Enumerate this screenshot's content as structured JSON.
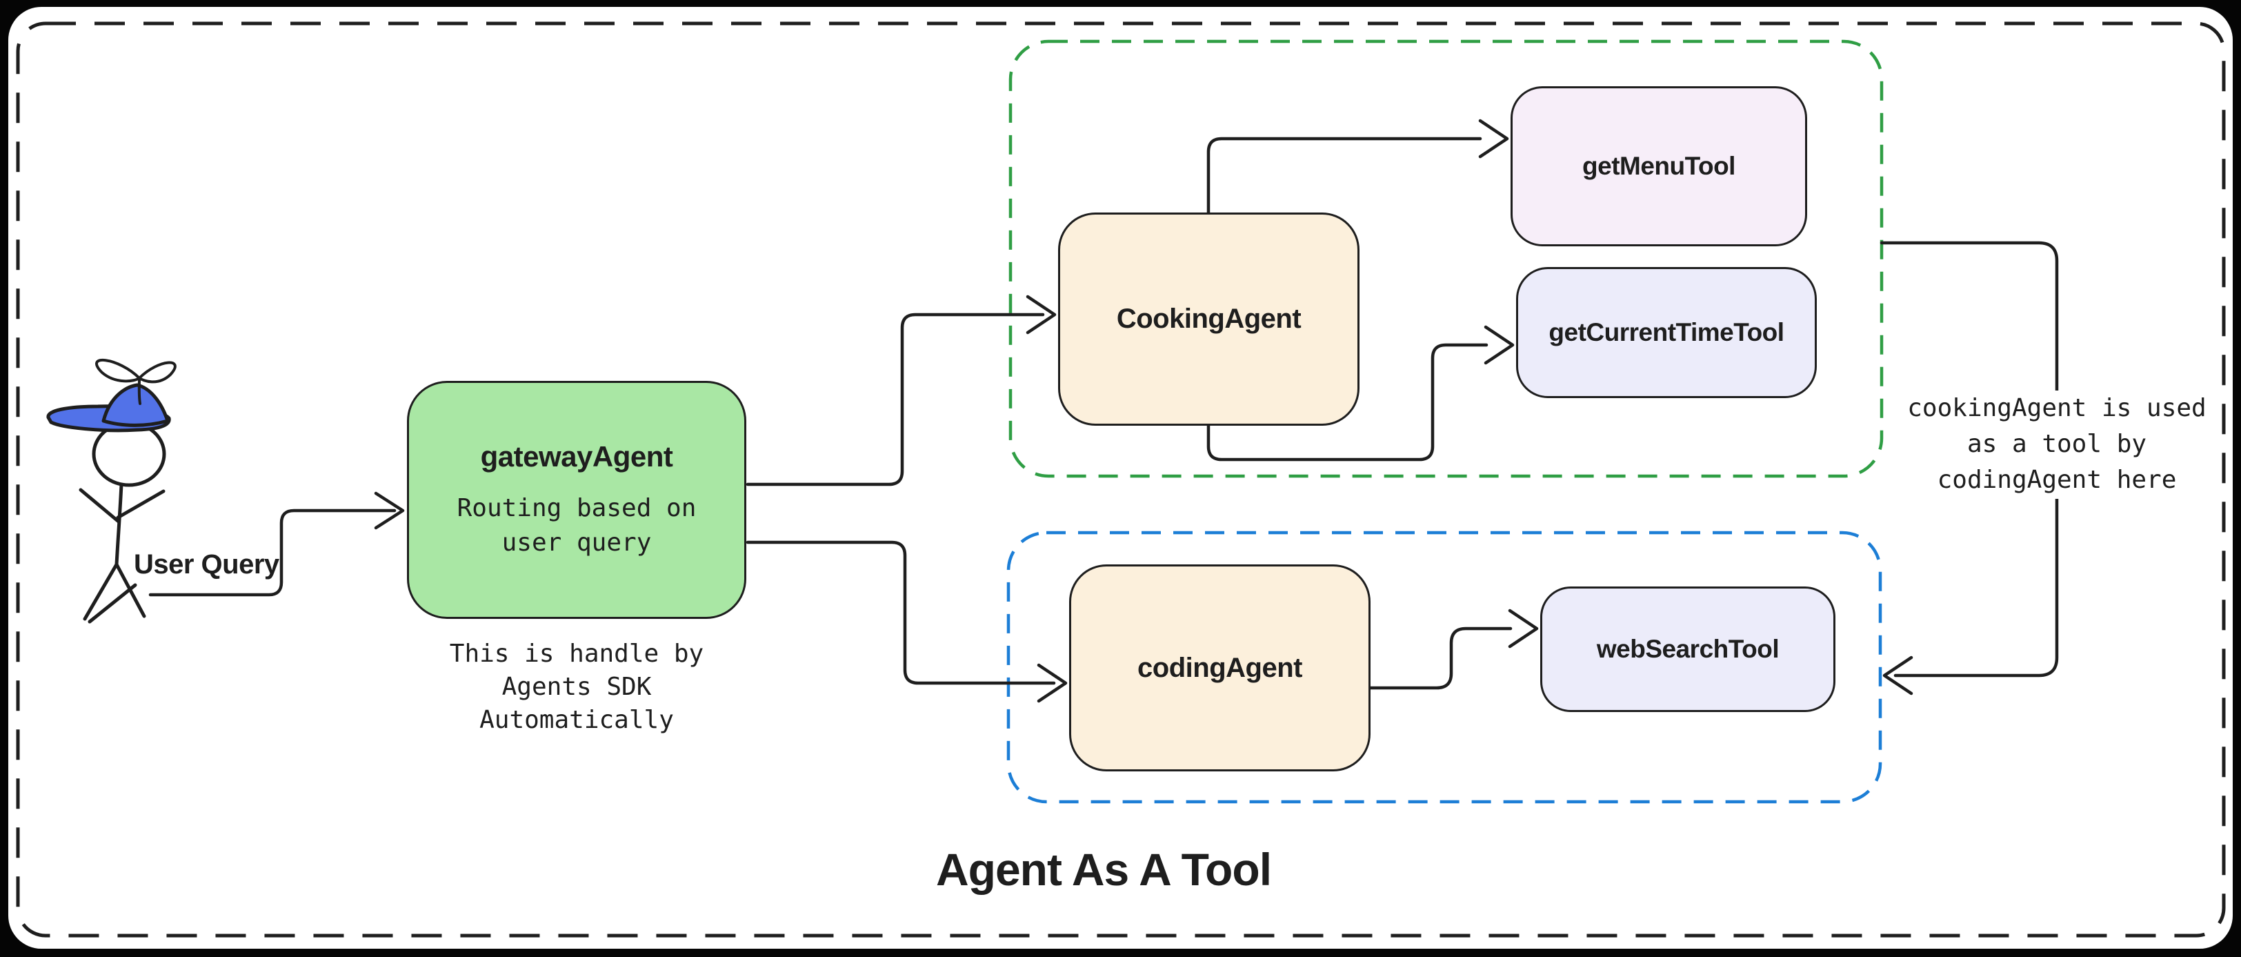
{
  "title": "Agent As A Tool",
  "user": {
    "label": "User Query"
  },
  "gateway_agent": {
    "label": "gatewayAgent",
    "description": "Routing based on\nuser query",
    "caption": "This is handle by\nAgents SDK\nAutomatically"
  },
  "cooking_group": {
    "agent_label": "CookingAgent",
    "tools": [
      {
        "label": "getMenuTool"
      },
      {
        "label": "getCurrentTimeTool"
      }
    ]
  },
  "coding_group": {
    "agent_label": "codingAgent",
    "tools": [
      {
        "label": "webSearchTool"
      }
    ]
  },
  "annotation": "cookingAgent is used\nas a tool by\ncodingAgent here",
  "colors": {
    "stroke": "#1e1e1e",
    "gateway_fill": "#a9e7a4",
    "agent_fill": "#fcf0dc",
    "menu_tool_fill": "#f7eef9",
    "lavender_tool_fill": "#ececfa",
    "cooking_group_border": "#2f9e44",
    "coding_group_border": "#1c7ed6",
    "cap_blue": "#5272e8"
  }
}
